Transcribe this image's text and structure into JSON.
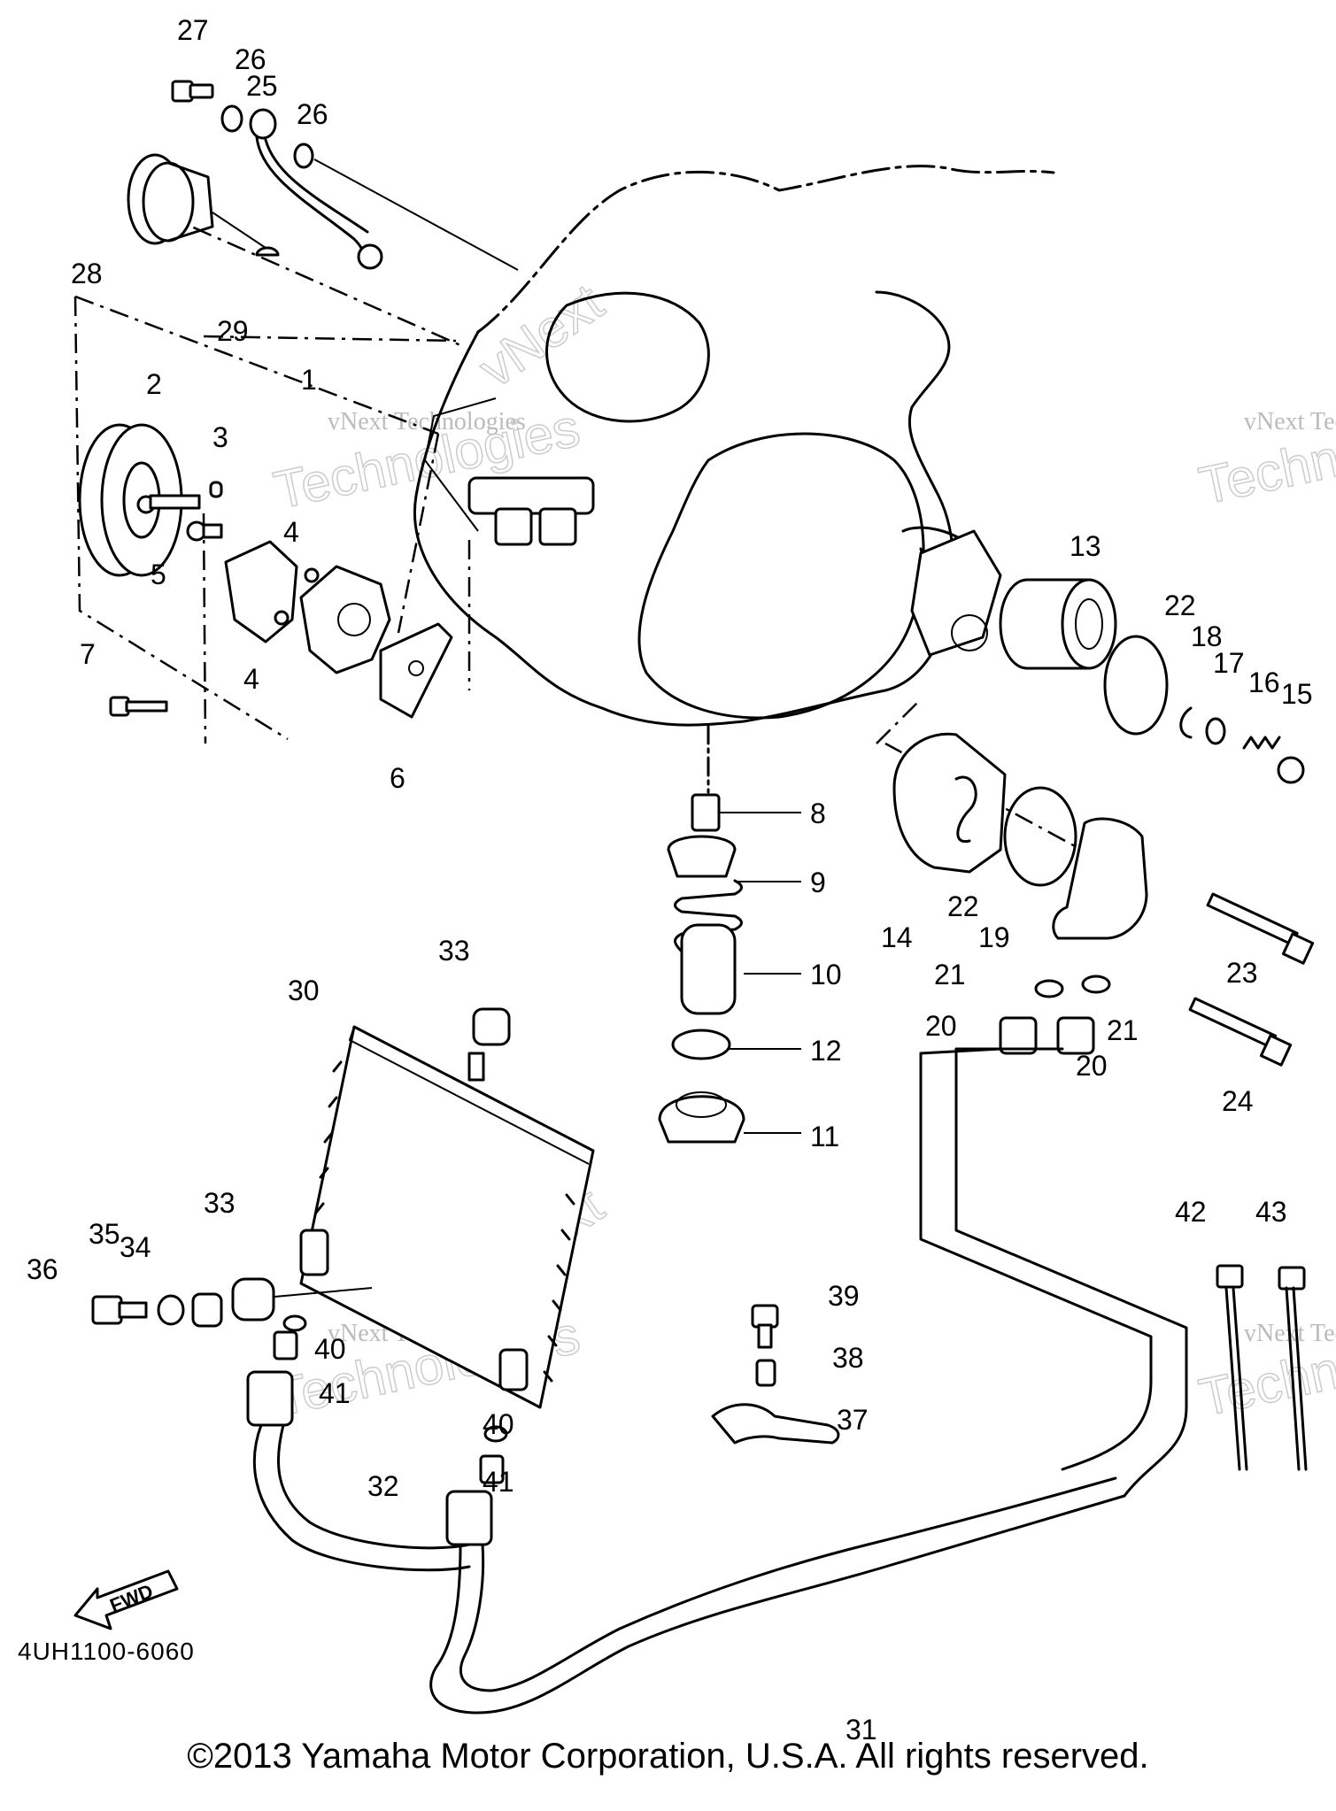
{
  "diagram": {
    "code": "4UH1100-6060",
    "copyright": "©2013 Yamaha Motor Corporation, U.S.A. All rights reserved.",
    "direction_label": "FWD",
    "watermark": {
      "line1": "vNext Technologies",
      "line2": "vNext",
      "line3": "Technologies"
    },
    "callouts": [
      "1",
      "2",
      "3",
      "4",
      "4",
      "5",
      "6",
      "7",
      "8",
      "9",
      "10",
      "11",
      "12",
      "13",
      "14",
      "15",
      "16",
      "17",
      "18",
      "19",
      "20",
      "20",
      "21",
      "21",
      "22",
      "22",
      "23",
      "24",
      "25",
      "26",
      "26",
      "27",
      "28",
      "29",
      "30",
      "31",
      "32",
      "33",
      "33",
      "34",
      "35",
      "36",
      "37",
      "38",
      "39",
      "40",
      "40",
      "41",
      "41",
      "42",
      "43"
    ]
  }
}
